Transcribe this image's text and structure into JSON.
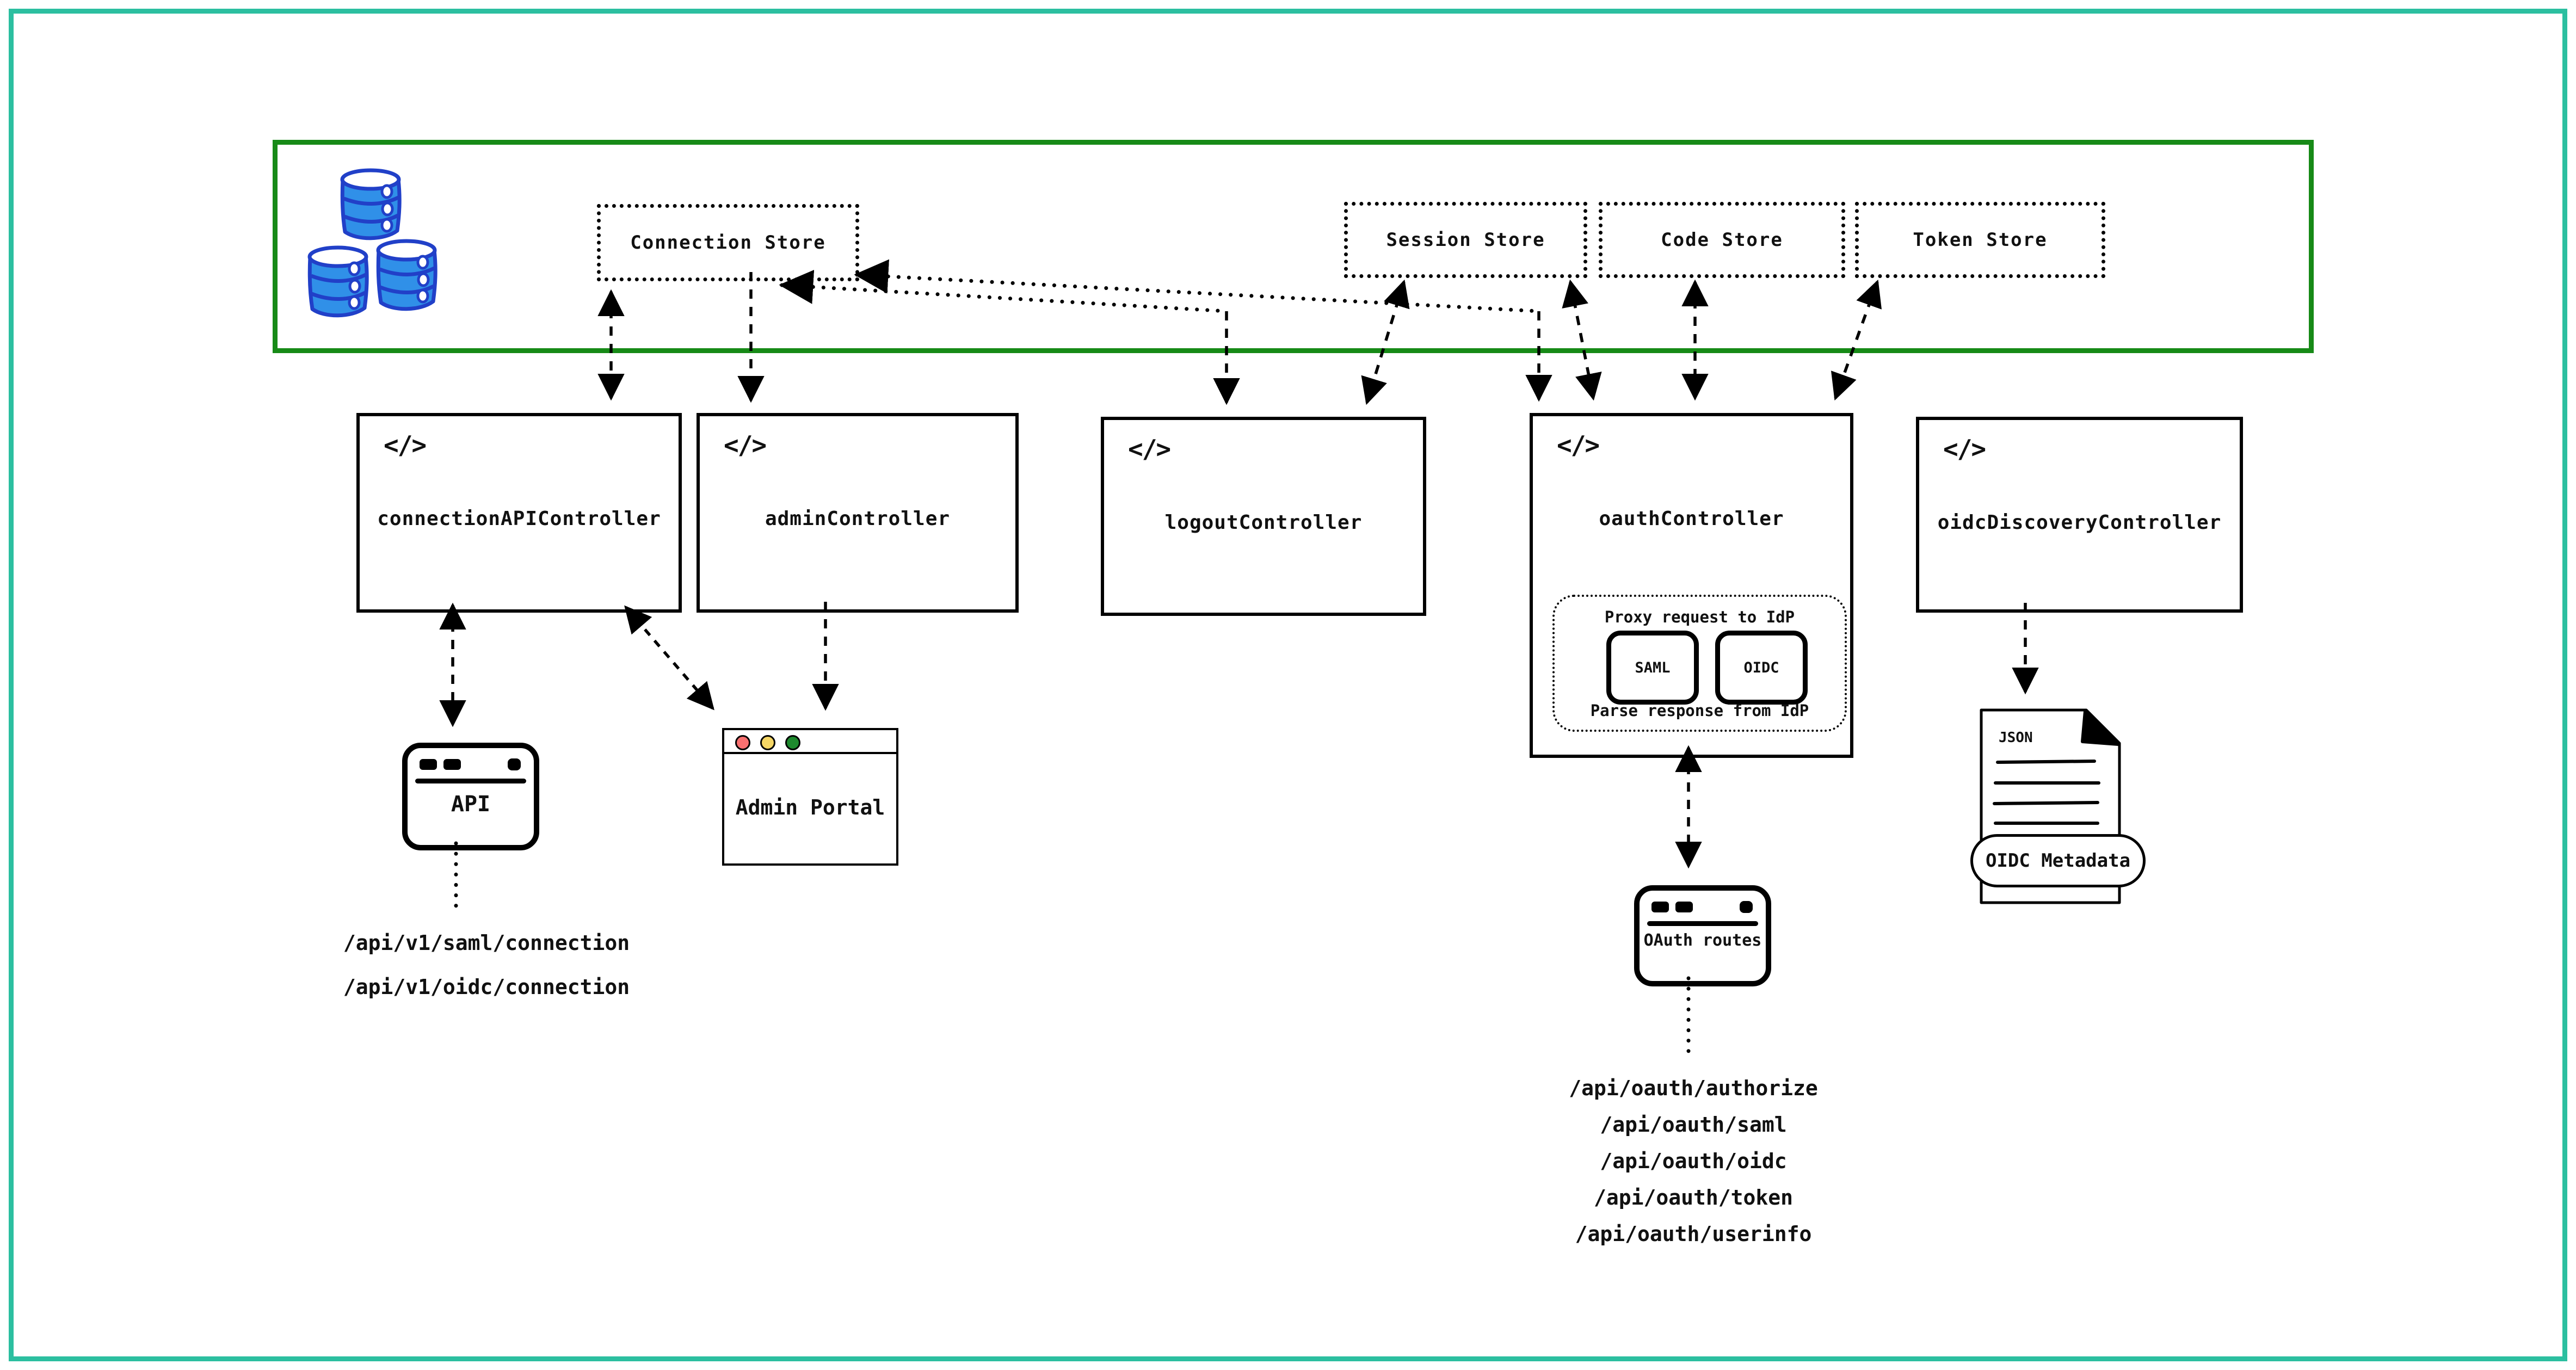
{
  "diagram": {
    "persistence": {
      "stores": {
        "connection": "Connection Store",
        "session": "Session Store",
        "code": "Code Store",
        "token": "Token Store"
      }
    },
    "code_glyph": "</>",
    "controllers": {
      "connection_api": "connectionAPIController",
      "admin": "adminController",
      "logout": "logoutController",
      "oauth": "oauthController",
      "oidc_discovery": "oidcDiscoveryController"
    },
    "idp_proxy": {
      "title": "Proxy request to IdP",
      "saml": "SAML",
      "oidc": "OIDC",
      "footer": "Parse response from IdP"
    },
    "clients": {
      "api_window": "API",
      "admin_portal": "Admin Portal",
      "oauth_routes": "OAuth routes"
    },
    "metadata_doc": {
      "file_type": "JSON",
      "label": "OIDC Metadata"
    },
    "endpoints": {
      "connection_api": [
        "/api/v1/saml/connection",
        "/api/v1/oidc/connection"
      ],
      "oauth": [
        "/api/oauth/authorize",
        "/api/oauth/saml",
        "/api/oauth/oidc",
        "/api/oauth/token",
        "/api/oauth/userinfo"
      ]
    },
    "colors": {
      "outer_border": "#2cbfa0",
      "persistence_border": "#178a17",
      "database_fill": "#3090e8",
      "database_stroke": "#2140c8",
      "traffic_red": "#f87070",
      "traffic_yellow": "#f5d665",
      "traffic_green": "#1e8a2e"
    }
  }
}
